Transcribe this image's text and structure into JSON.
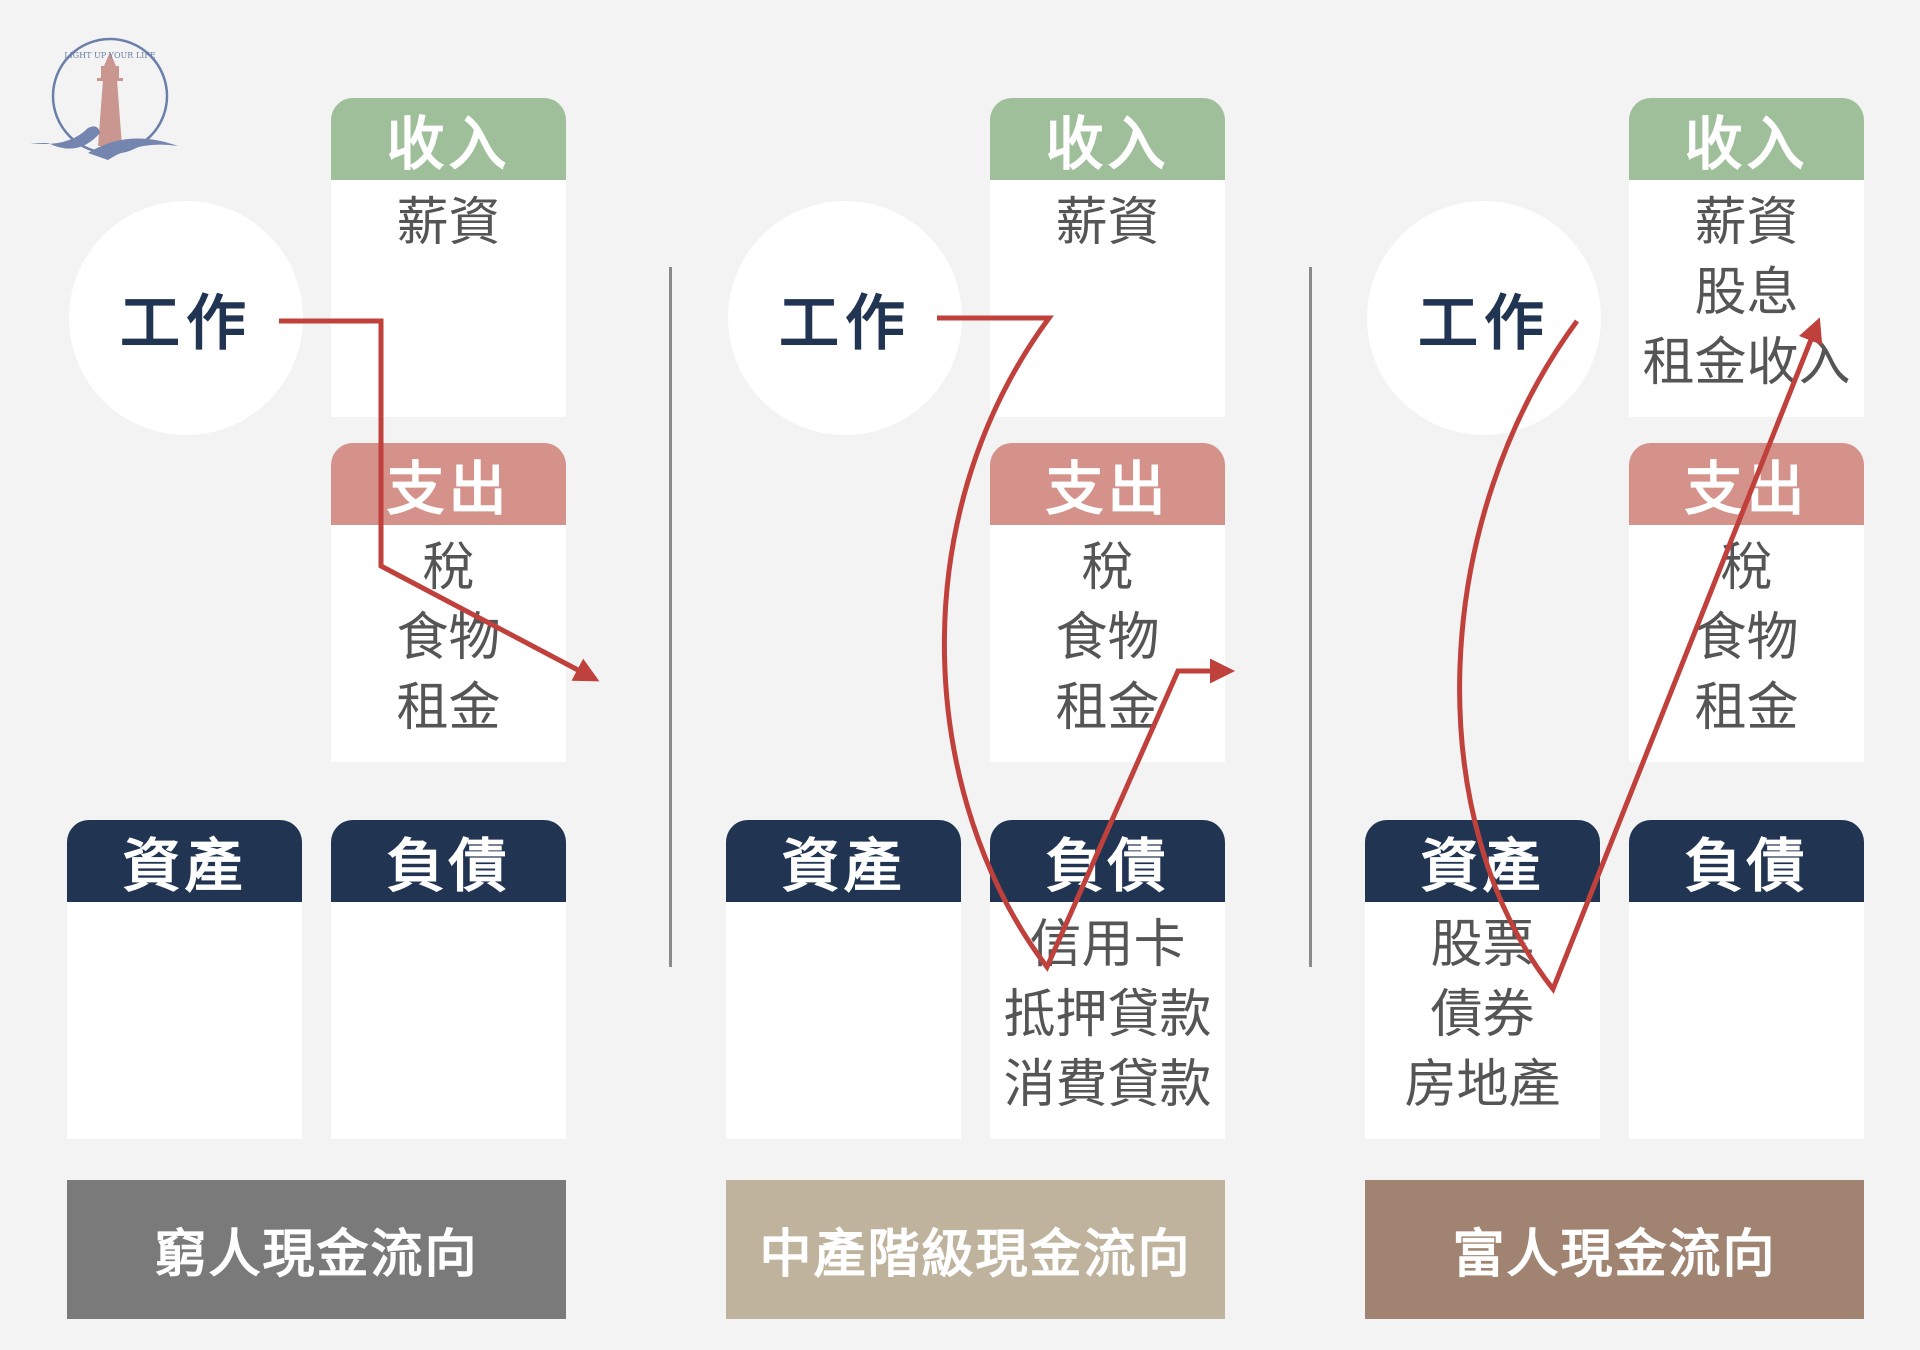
{
  "logo": {
    "text": "LIGHT UP YOUR LIFE"
  },
  "colors": {
    "income": "#9fbf9a",
    "expense": "#d4928a",
    "navy": "#213553",
    "arrow": "#c0403c"
  },
  "panels": [
    {
      "work": "工作",
      "income": {
        "title": "收入",
        "items": [
          "薪資"
        ]
      },
      "expense": {
        "title": "支出",
        "items": [
          "稅",
          "食物",
          "租金"
        ]
      },
      "assets": {
        "title": "資產",
        "items": []
      },
      "liabilities": {
        "title": "負債",
        "items": []
      },
      "footer": "窮人現金流向",
      "footer_color": "#7a7a7a"
    },
    {
      "work": "工作",
      "income": {
        "title": "收入",
        "items": [
          "薪資"
        ]
      },
      "expense": {
        "title": "支出",
        "items": [
          "稅",
          "食物",
          "租金"
        ]
      },
      "assets": {
        "title": "資產",
        "items": []
      },
      "liabilities": {
        "title": "負債",
        "items": [
          "信用卡",
          "抵押貸款",
          "消費貸款"
        ]
      },
      "footer": "中產階級現金流向",
      "footer_color": "#bfb39e"
    },
    {
      "work": "工作",
      "income": {
        "title": "收入",
        "items": [
          "薪資",
          "股息",
          "租金收入"
        ]
      },
      "expense": {
        "title": "支出",
        "items": [
          "稅",
          "食物",
          "租金"
        ]
      },
      "assets": {
        "title": "資產",
        "items": [
          "股票",
          "債券",
          "房地產"
        ]
      },
      "liabilities": {
        "title": "負債",
        "items": []
      },
      "footer": "富人現金流向",
      "footer_color": "#a08370"
    }
  ]
}
